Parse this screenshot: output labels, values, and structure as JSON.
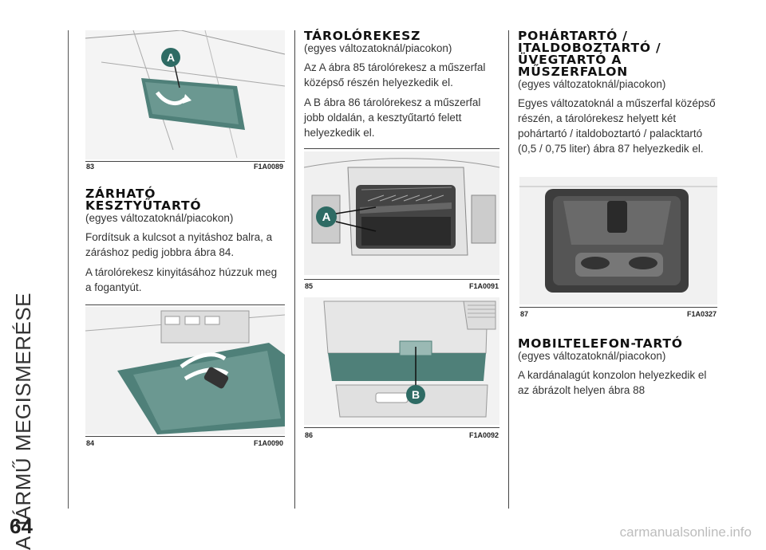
{
  "side_title": "A JÁRMŰ MEGISMERÉSE",
  "page_number": "64",
  "watermark": "carmanualsonline.info",
  "col1": {
    "fig83": {
      "num": "83",
      "code": "F1A0089",
      "callout": "A"
    },
    "heading": "ZÁRHATÓ\nKESZTYŰTARTÓ",
    "subtitle": "(egyes változatoknál/piacokon)",
    "para1": "Fordítsuk a kulcsot a nyitáshoz balra, a záráshoz pedig jobbra ábra 84.",
    "para2": "A tárolórekesz kinyitásához húzzuk meg a fogantyút.",
    "fig84": {
      "num": "84",
      "code": "F1A0090"
    }
  },
  "col2": {
    "heading": "TÁROLÓREKESZ",
    "subtitle": "(egyes változatoknál/piacokon)",
    "para1": "Az A ábra 85 tárolórekesz a műszerfal középső részén helyezkedik el.",
    "para2": "A B ábra 86 tárolórekesz a műszerfal jobb oldalán, a kesztyűtartó felett helyezkedik el.",
    "fig85": {
      "num": "85",
      "code": "F1A0091",
      "callout": "A"
    },
    "fig86": {
      "num": "86",
      "code": "F1A0092",
      "callout": "B"
    }
  },
  "col3": {
    "heading": "POHÁRTARTÓ /\nITALDOBOZTARTÓ /\nÜVEGTARTÓ A\nMŰSZERFALON",
    "subtitle": "(egyes változatoknál/piacokon)",
    "para1": "Egyes változatoknál a műszerfal középső részén, a tárolórekesz helyett két pohártartó / italdoboztartó / palacktartó (0,5 / 0,75 liter) ábra 87 helyezkedik el.",
    "fig87": {
      "num": "87",
      "code": "F1A0327"
    },
    "heading2": "MOBILTELEFON-TARTÓ",
    "subtitle2": "(egyes változatoknál/piacokon)",
    "para2": "A kardánalagút konzolon helyezkedik el az ábrázolt helyen ábra 88"
  },
  "colors": {
    "text": "#333333",
    "accent_teal": "#4f8079",
    "callout": "#2e6b64"
  }
}
